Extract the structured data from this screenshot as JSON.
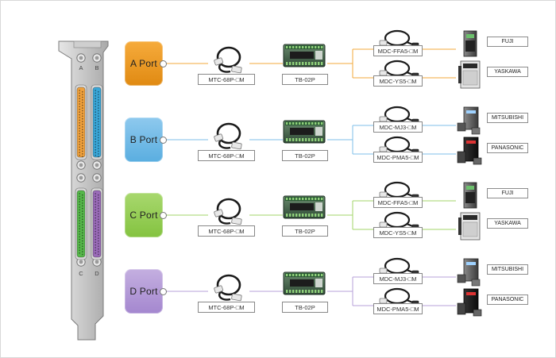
{
  "bracket": {
    "labels_top": [
      "A",
      "B"
    ],
    "labels_bottom": [
      "C",
      "D"
    ]
  },
  "rows": [
    {
      "port": "A Port",
      "port_color": "#f6ab3c",
      "port_color_dark": "#e08a12",
      "line_color": "#f3a93b",
      "cable_label": "MTC-68P-□M",
      "board_label": "TB-02P",
      "drivers": [
        {
          "cable": "MDC-FFA5-□M",
          "brand": "FUJI",
          "kind": "slim"
        },
        {
          "cable": "MDC-YS5-□M",
          "brand": "YASKAWA",
          "kind": "wide"
        }
      ]
    },
    {
      "port": "B Port",
      "port_color": "#8ec9ee",
      "port_color_dark": "#5aaee0",
      "line_color": "#7fbfe8",
      "cable_label": "MTC-68P-□M",
      "board_label": "TB-02P",
      "drivers": [
        {
          "cable": "MDC-MJ3-□M",
          "brand": "MITSUBISHI",
          "kind": "motor"
        },
        {
          "cable": "MDC-PMA5-□M",
          "brand": "PANASONIC",
          "kind": "dark"
        }
      ]
    },
    {
      "port": "C Port",
      "port_color": "#a8d86e",
      "port_color_dark": "#84c340",
      "line_color": "#a3d46a",
      "cable_label": "MTC-68P-□M",
      "board_label": "TB-02P",
      "drivers": [
        {
          "cable": "MDC-FFA5-□M",
          "brand": "FUJI",
          "kind": "slim"
        },
        {
          "cable": "MDC-YS5-□M",
          "brand": "YASKAWA",
          "kind": "wide"
        }
      ]
    },
    {
      "port": "D Port",
      "port_color": "#c4afe0",
      "port_color_dark": "#a487cf",
      "line_color": "#b7a2da",
      "cable_label": "MTC-68P-□M",
      "board_label": "TB-02P",
      "drivers": [
        {
          "cable": "MDC-MJ3-□M",
          "brand": "MITSUBISHI",
          "kind": "motor"
        },
        {
          "cable": "MDC-PMA5-□M",
          "brand": "PANASONIC",
          "kind": "dark"
        }
      ]
    }
  ],
  "connector_colors": {
    "A": "#f0a13c",
    "B": "#3aa7d8",
    "C": "#56b84a",
    "D": "#9a6bb8"
  }
}
